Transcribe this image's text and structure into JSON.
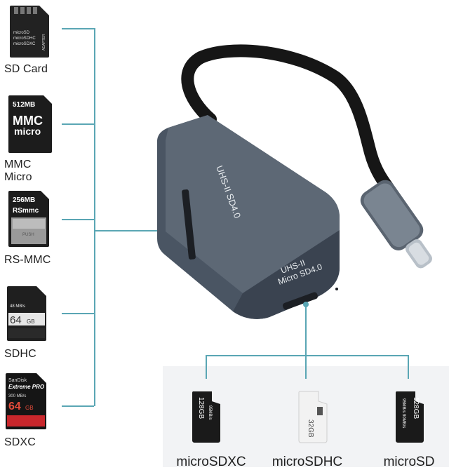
{
  "left_cards": {
    "sd": {
      "label": "SD Card",
      "lines": [
        "microSD",
        "microSDHC",
        "microSDXC"
      ],
      "side_text": "ADAPTER"
    },
    "mmc": {
      "label": "MMC Micro",
      "capacity": "512MB",
      "line1": "MMC",
      "line2": "micro"
    },
    "rsmmc": {
      "label": "RS-MMC",
      "capacity": "256MB",
      "brand": "RSmmc",
      "push": "PUSH"
    },
    "sdhc": {
      "label": "SDHC",
      "speed": "48 MB/s",
      "capacity": "64",
      "unit": "GB"
    },
    "sdxc": {
      "label": "SDXC",
      "brand": "SanDisk",
      "line": "Extreme PRO",
      "speed": "300 MB/s",
      "capacity": "64",
      "unit": "GB"
    }
  },
  "reader": {
    "sd_slot_label_1": "UHS-II SD4.0",
    "sd_slot_label_2": "UHS-II",
    "sd_slot_label_3": "Micro SD4.0"
  },
  "bottom_cards": {
    "microsdxc": {
      "label": "microSDXC",
      "capacity": "128GB",
      "speed": "95MB/s"
    },
    "microsdhc": {
      "label": "microSDHC",
      "capacity": "32GB"
    },
    "microsd": {
      "label": "microSD",
      "capacity": "128GB",
      "speed": "95MB/s 90MB/s"
    }
  },
  "colors": {
    "line": "#5aa6b4",
    "reader_body": "#4a5563",
    "panel": "#f2f3f5"
  }
}
